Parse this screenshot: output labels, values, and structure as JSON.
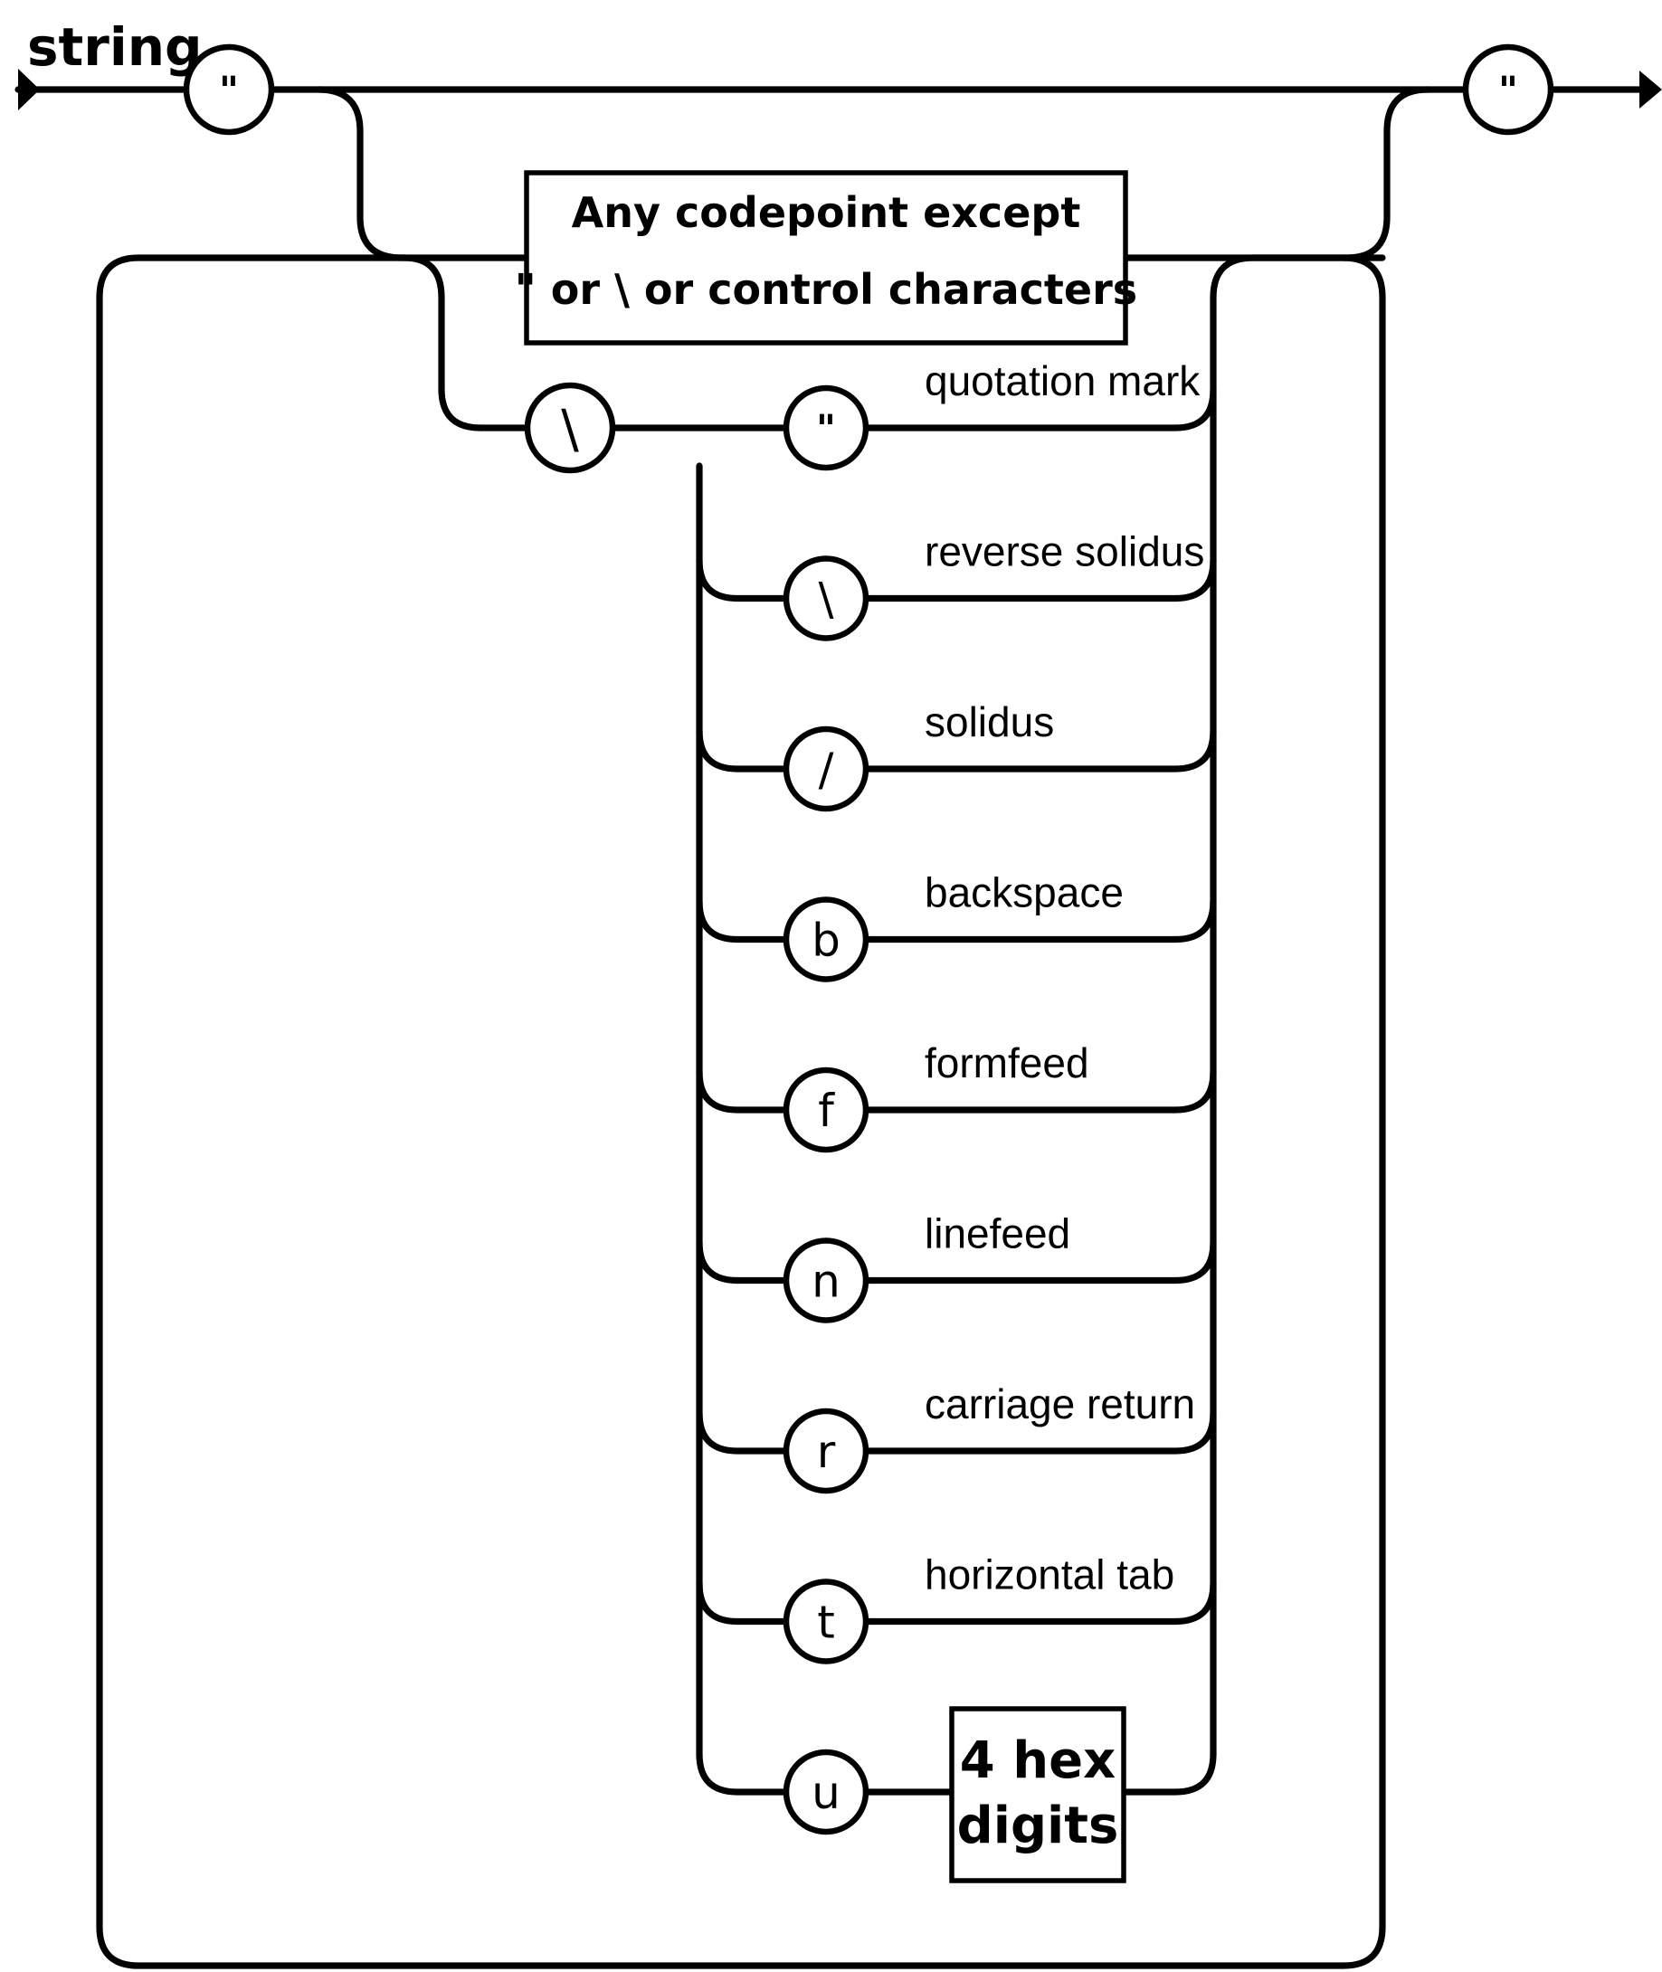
{
  "diagram": {
    "title": "string",
    "open_quote": "\"",
    "close_quote": "\"",
    "backslash": "\\",
    "codepoint_box": {
      "line1": "Any codepoint except",
      "line2": "\" or \\ or control characters"
    },
    "escapes": [
      {
        "token": "\"",
        "description": "quotation mark"
      },
      {
        "token": "\\",
        "description": "reverse solidus"
      },
      {
        "token": "/",
        "description": "solidus"
      },
      {
        "token": "b",
        "description": "backspace"
      },
      {
        "token": "f",
        "description": "formfeed"
      },
      {
        "token": "n",
        "description": "linefeed"
      },
      {
        "token": "r",
        "description": "carriage return"
      },
      {
        "token": "t",
        "description": "horizontal tab"
      },
      {
        "token": "u",
        "description": ""
      }
    ],
    "hex_box": {
      "line1": "4 hex",
      "line2": "digits"
    }
  }
}
